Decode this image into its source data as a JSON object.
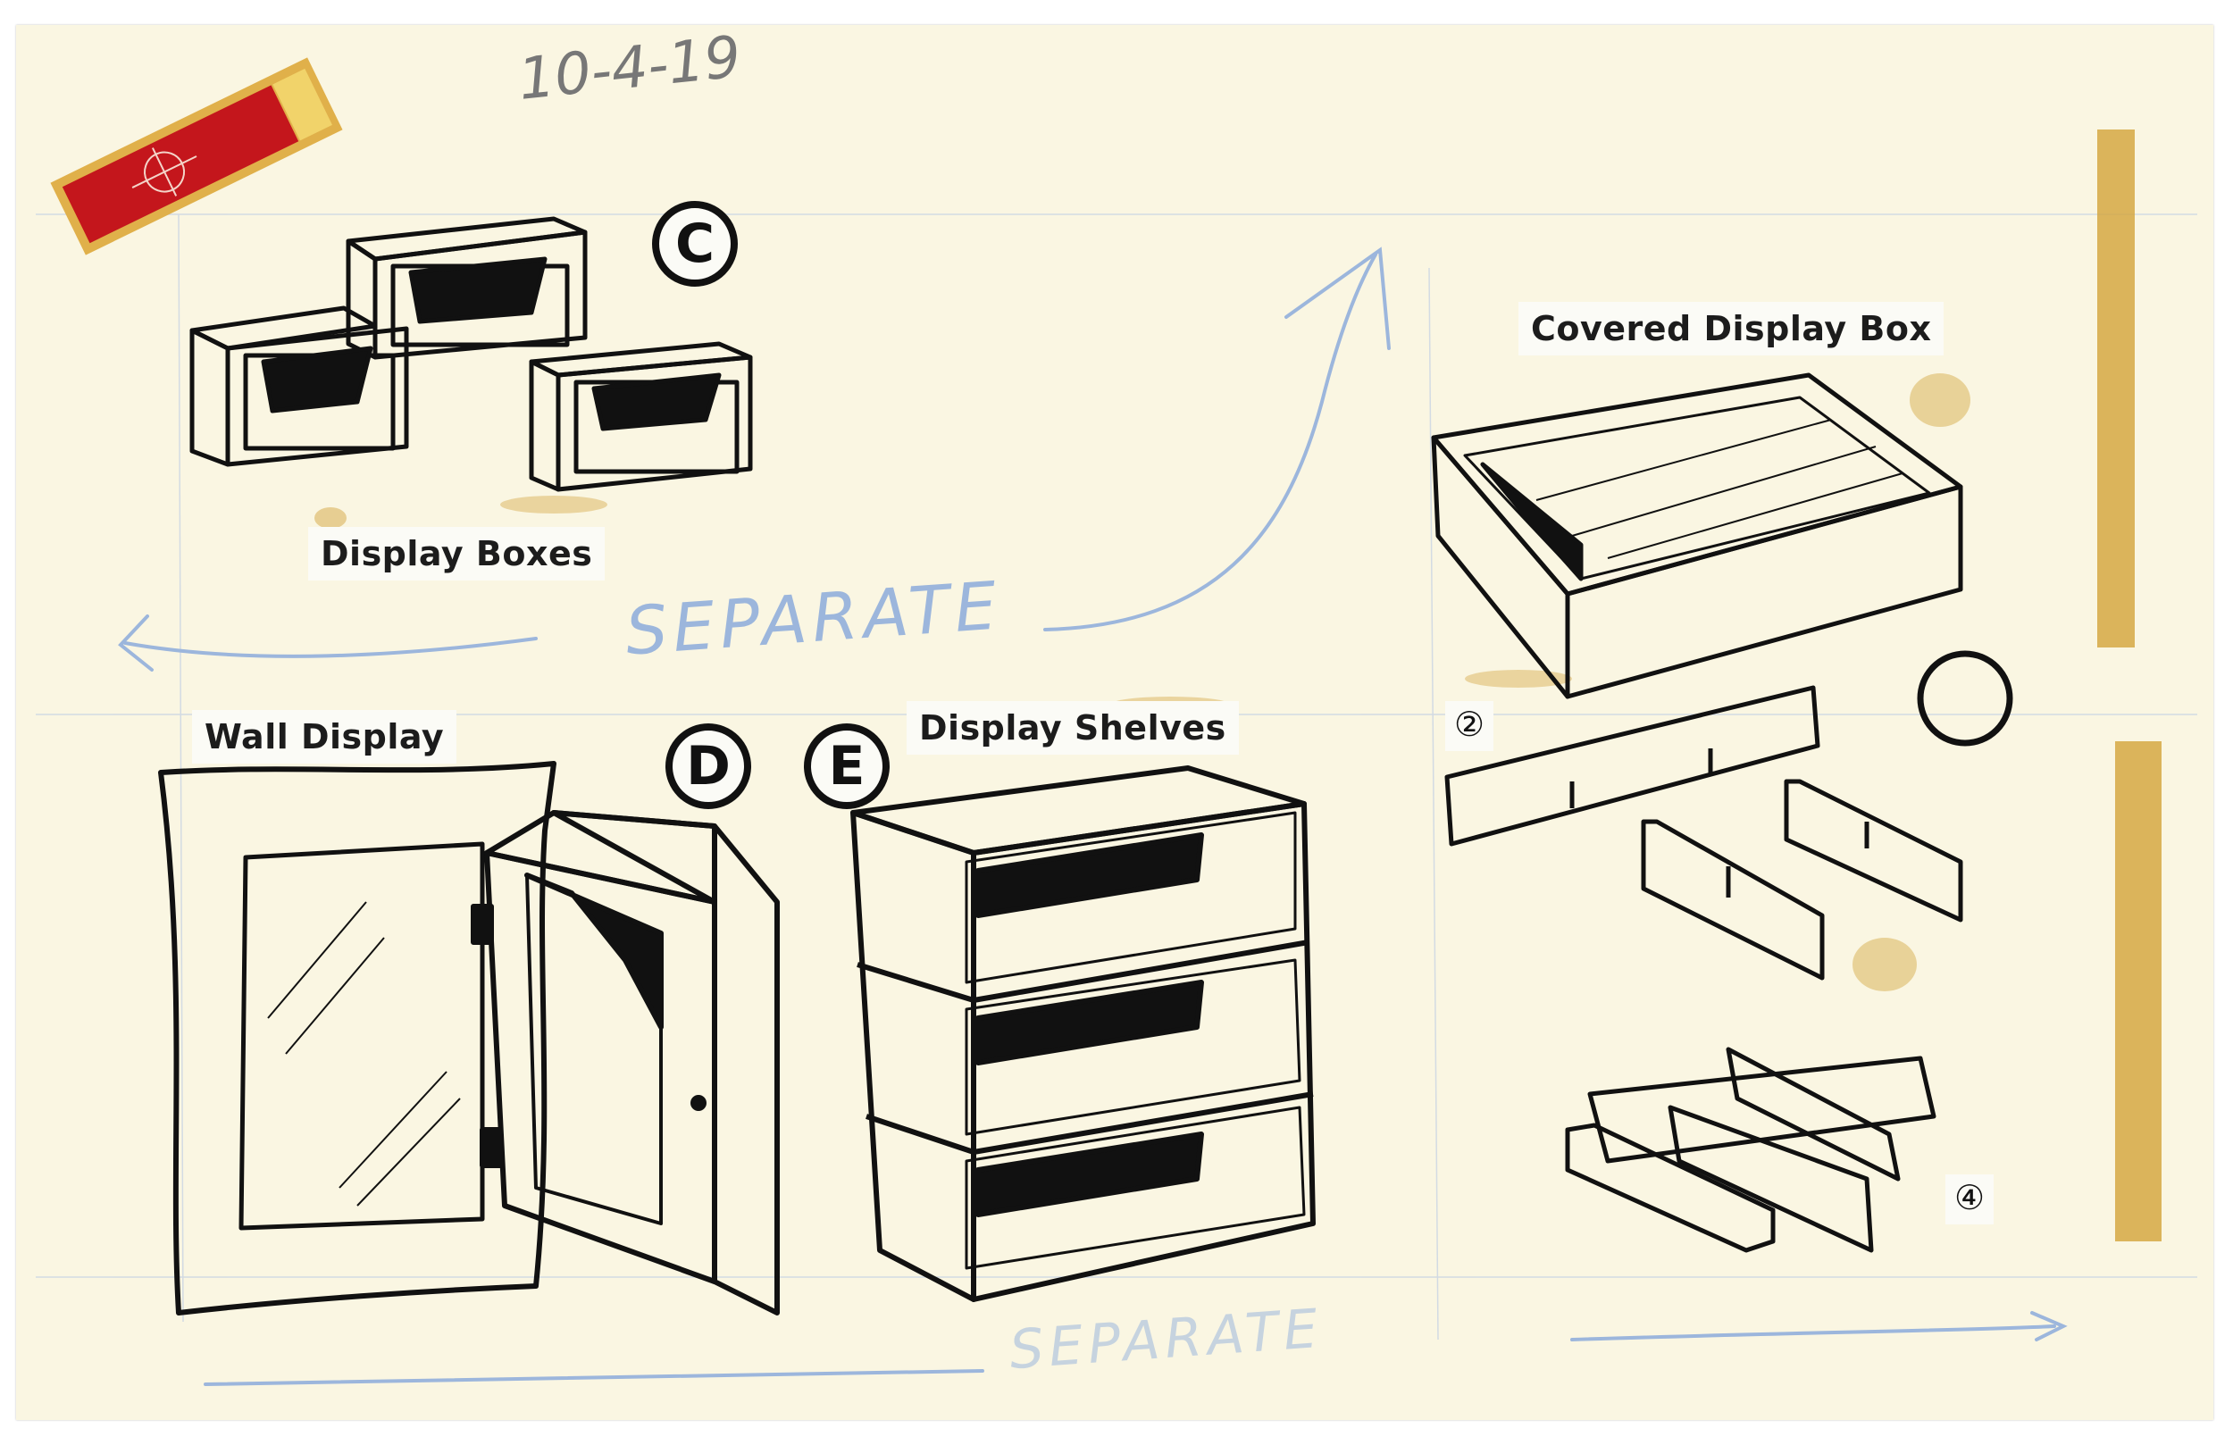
{
  "handwritten_date": "10-4-19",
  "labels": {
    "display_boxes": "Display Boxes",
    "covered_display_box": "Covered Display Box",
    "wall_display": "Wall Display",
    "display_shelves": "Display Shelves"
  },
  "badges": {
    "c": "C",
    "d": "D",
    "e": "E"
  },
  "part_numbers": {
    "two": "②",
    "four": "④"
  },
  "annotations": {
    "separate_top": "SEPARATE",
    "separate_bottom": "SEPARATE"
  },
  "colors": {
    "paper": "#faf6e2",
    "ink": "#111111",
    "blue_pencil": "#9cb6dc",
    "tape_stain": "#d4a43a",
    "registration_red": "#c4161c"
  }
}
